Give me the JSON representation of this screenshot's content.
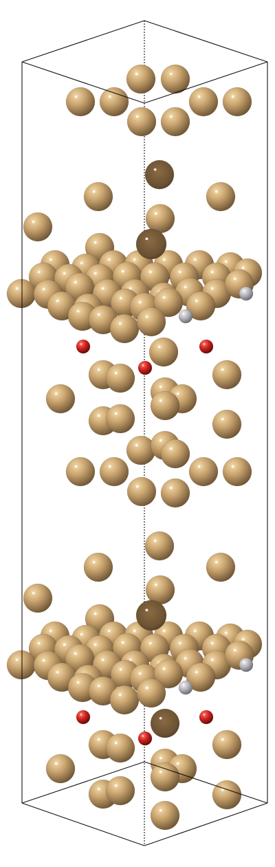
{
  "viewer": {
    "background": "#ffffff",
    "cell_color": "#111111"
  },
  "elements": [
    {
      "name": "main-atom",
      "color": "#c9a46f",
      "dark": "#6b5233",
      "light": "#f2d9a8"
    },
    {
      "name": "light-gray-atom",
      "color": "#b9b9bd",
      "dark": "#666670",
      "light": "#f2f2f5"
    },
    {
      "name": "red-atom",
      "color": "#d1241f",
      "dark": "#5c0908",
      "light": "#ff7b6f"
    }
  ]
}
